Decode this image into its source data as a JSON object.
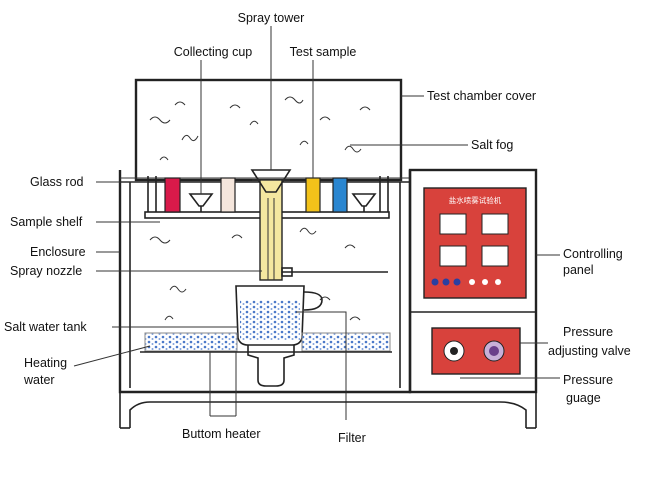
{
  "labels": {
    "spray_tower": "Spray tower",
    "collecting_cup": "Collecting cup",
    "test_sample": "Test sample",
    "test_chamber_cover": "Test chamber cover",
    "salt_fog": "Salt fog",
    "glass_rod": "Glass rod",
    "sample_shelf": "Sample shelf",
    "enclosure": "Enclosure",
    "spray_nozzle": "Spray nozzle",
    "salt_water_tank": "Salt water tank",
    "heating_water_1": "Heating",
    "heating_water_2": "water",
    "controlling_panel_1": "Controlling",
    "controlling_panel_2": "panel",
    "pressure_valve_1": "Pressure",
    "pressure_valve_2": "adjusting valve",
    "pressure_guage_1": "Pressure",
    "pressure_guage_2": "guage",
    "bottom_heater": "Buttom heater",
    "filter": "Filter",
    "panel_chars": "盐水喷雾试验机"
  },
  "colors": {
    "panel_red": "#d8423c",
    "sample_red": "#d91a4a",
    "sample_yellow": "#f2c21a",
    "sample_blue": "#2a86d0",
    "tower_yellow": "#f4e7a0",
    "water_blue": "#4a78c8"
  }
}
